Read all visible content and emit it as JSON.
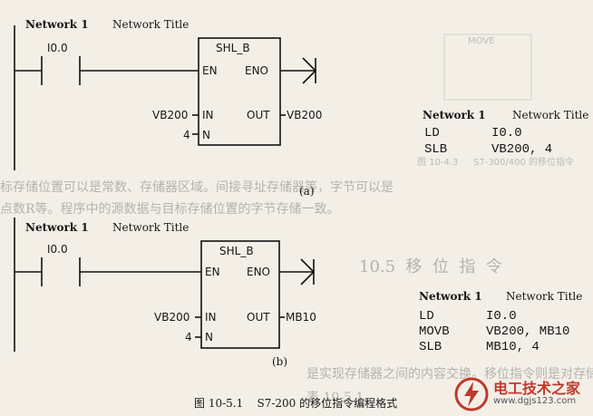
{
  "diagram_a": {
    "network_label": "Network 1",
    "network_title": "Network Title",
    "contact": "I0.0",
    "block_name": "SHL_B",
    "pin_en": "EN",
    "pin_eno": "ENO",
    "pin_in": "IN",
    "pin_out": "OUT",
    "pin_n": "N",
    "in_operand": "VB200",
    "out_operand": "VB200",
    "n_operand": "4",
    "caption": "(a)"
  },
  "stl_a": {
    "network_label": "Network 1",
    "network_title": "Network Title",
    "lines": [
      {
        "op": "LD",
        "arg": "I0.0"
      },
      {
        "op": "SLB",
        "arg": "VB200, 4"
      }
    ]
  },
  "diagram_b": {
    "network_label": "Network 1",
    "network_title": "Network Title",
    "contact": "I0.0",
    "block_name": "SHL_B",
    "pin_en": "EN",
    "pin_eno": "ENO",
    "pin_in": "IN",
    "pin_out": "OUT",
    "pin_n": "N",
    "in_operand": "VB200",
    "out_operand": "MB10",
    "n_operand": "4",
    "caption": "(b)"
  },
  "stl_b": {
    "network_label": "Network 1",
    "network_title": "Network Title",
    "lines": [
      {
        "op": "LD",
        "arg": "I0.0"
      },
      {
        "op": "MOVB",
        "arg": "VB200, MB10"
      },
      {
        "op": "SLB",
        "arg": "MB10, 4"
      }
    ]
  },
  "ghost_text": {
    "para1": "标存储位置可以是常数、存储器区域。间接寻址存储器等，字节可以是",
    "para2": "点数R等。程序中的源数据与目标存储位置的字节存储一致。",
    "section": "10.5  移  位  指  令",
    "para3": "是实现存储器之间的内容交换。移位指令则是对存储",
    "para4": "表 10-5.1。",
    "mov_block": "MOVE",
    "fig_note": "S7-300/400 的移位指令",
    "fig_num": "图 10-4.3"
  },
  "figure_caption": "图 10-5.1    S7-200 的移位指令编程格式",
  "watermark": {
    "brand": "电工技术之家",
    "url": "www.dgjs123.com",
    "accent": "#c0392b"
  }
}
